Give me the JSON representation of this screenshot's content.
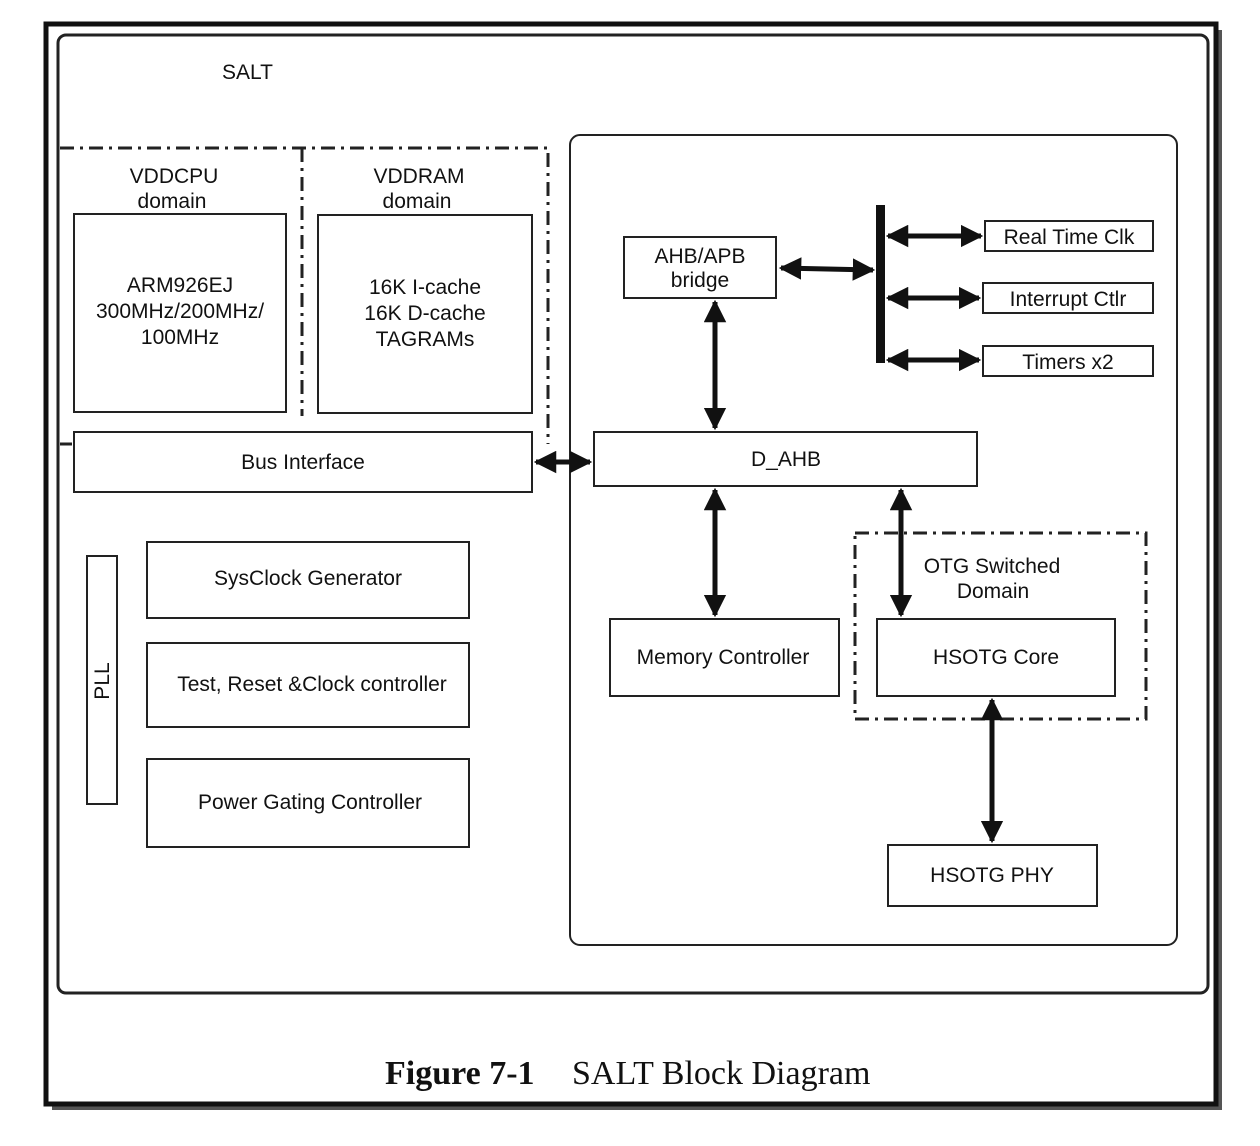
{
  "system_title": "SALT",
  "vddcpu": {
    "title_line1": "VDDCPU",
    "title_line2": "domain"
  },
  "vddram": {
    "title_line1": "VDDRAM",
    "title_line2": "domain"
  },
  "arm": {
    "line1": "ARM926EJ",
    "line2": "300MHz/200MHz/",
    "line3": "100MHz"
  },
  "cache": {
    "line1": "16K I-cache",
    "line2": "16K D-cache",
    "line3": "TAGRAMs"
  },
  "bus_interface": "Bus Interface",
  "pll": "PLL",
  "sysclock": "SysClock Generator",
  "trc": "Test, Reset &Clock controller",
  "pgc": "Power Gating Controller",
  "ahb_apb": {
    "line1": "AHB/APB",
    "line2": "bridge"
  },
  "peripherals": {
    "rtc": "Real Time Clk",
    "intc": "Interrupt Ctlr",
    "timers": "Timers x2"
  },
  "d_ahb": "D_AHB",
  "memctrl": "Memory Controller",
  "otg_domain": {
    "line1": "OTG Switched",
    "line2": "Domain"
  },
  "hsotg_core": "HSOTG Core",
  "hsotg_phy": "HSOTG PHY",
  "caption": {
    "number": "Figure 7-1",
    "title": "SALT Block Diagram"
  }
}
